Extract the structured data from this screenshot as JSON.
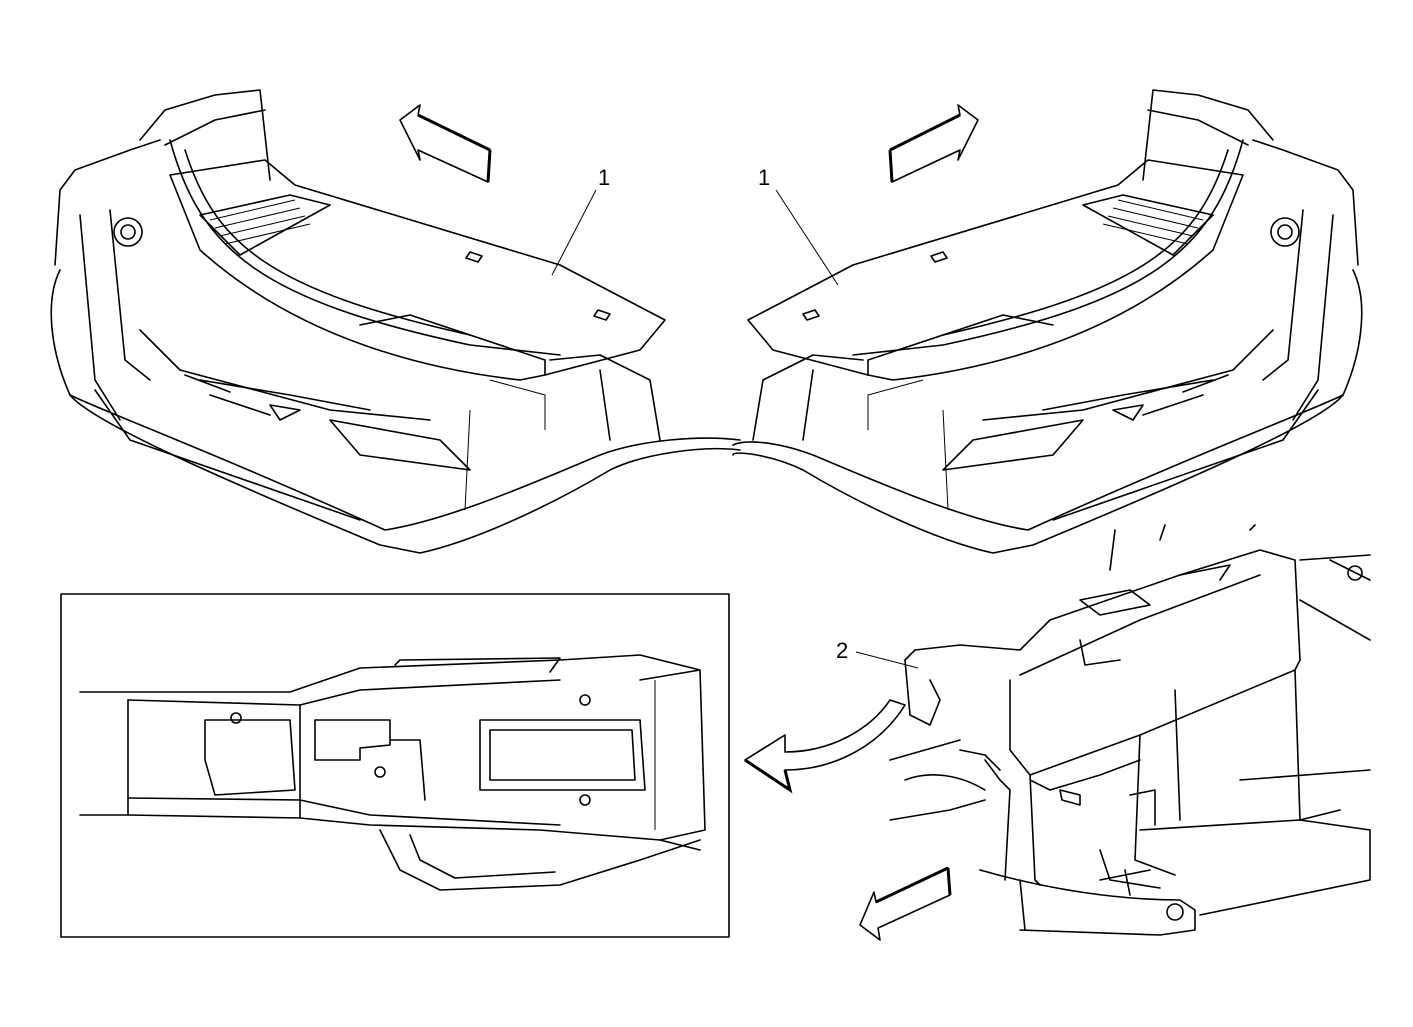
{
  "callouts": {
    "left_label": "1",
    "right_label": "1",
    "detail_label": "2"
  },
  "colors": {
    "line": "#000000",
    "background": "#ffffff"
  },
  "icons": {
    "left_direction": "forward-arrow-icon",
    "right_direction": "forward-arrow-icon",
    "detail_direction": "forward-arrow-icon",
    "inset_pointer": "curved-arrow-icon"
  }
}
